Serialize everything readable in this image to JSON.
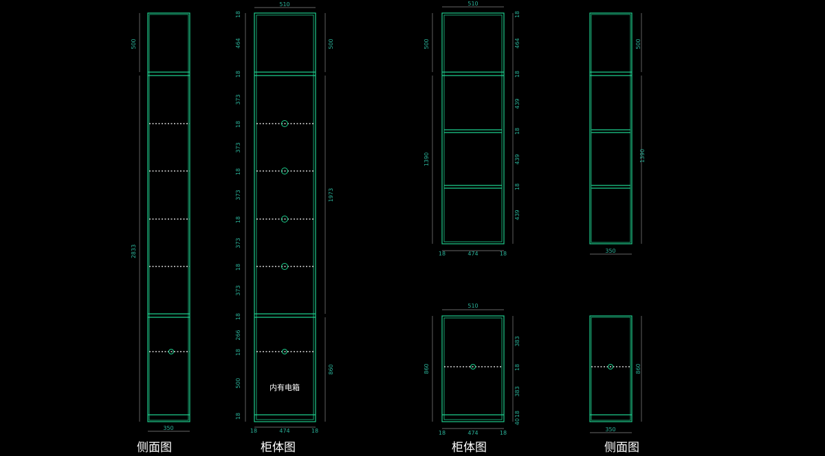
{
  "captions": {
    "view1": "侧面图",
    "view2": "柜体图",
    "view3": "柜体图",
    "view4": "侧面图"
  },
  "note": "内有电箱",
  "colors": {
    "line": "#1ecf8e",
    "dim_text": "#2bb39a",
    "dim_line": "#8a8a8a",
    "background": "#000000"
  },
  "dims": {
    "d350": "350",
    "d510": "510",
    "d474": "474",
    "d18": "18",
    "d500": "500",
    "d464": "464",
    "d373": "373",
    "d2833": "2833",
    "d1973": "1973",
    "d266": "266",
    "d860": "860",
    "d40": "40",
    "d1390": "1390",
    "d439": "439",
    "d383": "383"
  }
}
